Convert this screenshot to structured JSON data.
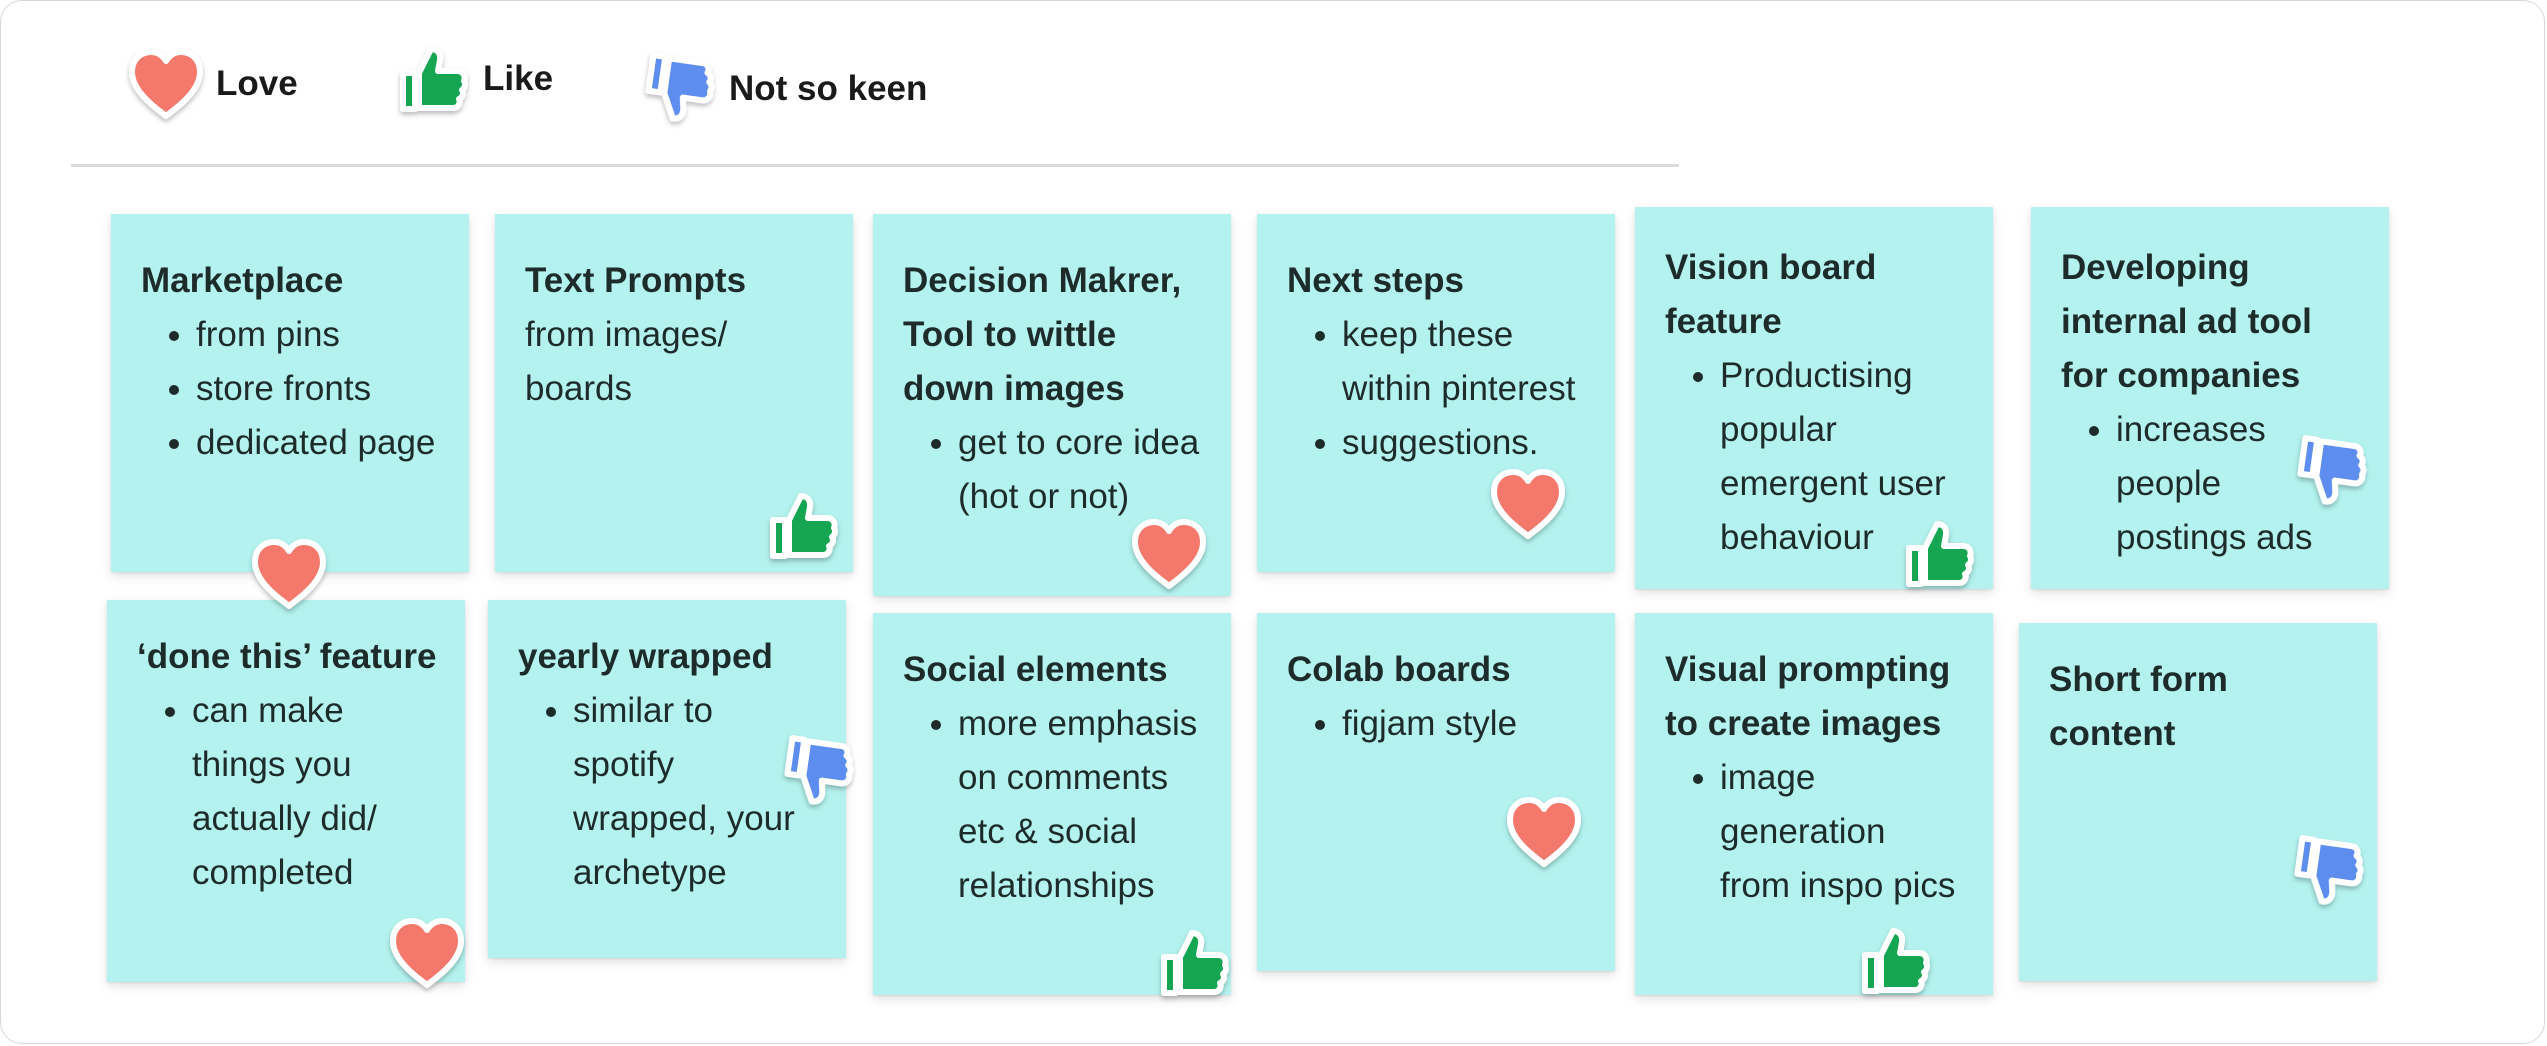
{
  "legend": {
    "love": "Love",
    "like": "Like",
    "not_so_keen": "Not so keen"
  },
  "colors": {
    "note_bg": "#b3f2ee",
    "love": "#f4796c",
    "like": "#14a651",
    "not_so_keen": "#5b8def"
  },
  "icons": {
    "love": "heart-icon",
    "like": "thumbs-up-icon",
    "not_so_keen": "thumbs-down-icon"
  },
  "notes": [
    {
      "title": "Marketplace",
      "items": [
        "from pins",
        "store fronts",
        "dedicated page"
      ],
      "reaction": "love"
    },
    {
      "title": "Text Prompts",
      "body": "from images/ boards",
      "reaction": "like"
    },
    {
      "title": "Decision Makrer, Tool to wittle down images",
      "items": [
        "get to core idea (hot or not)"
      ],
      "reaction": "love"
    },
    {
      "title": "Next steps",
      "items": [
        "keep these within pinterest",
        "suggestions."
      ],
      "reaction": "love"
    },
    {
      "title": "Vision board feature",
      "items": [
        "Productising popular emergent user behaviour"
      ],
      "reaction": "like"
    },
    {
      "title": "Developing internal ad tool for companies",
      "items": [
        "increases people postings ads"
      ],
      "reaction": "not_so_keen"
    },
    {
      "title": "‘done this’ feature",
      "items": [
        "can make things you actually did/ completed"
      ],
      "reaction": "love"
    },
    {
      "title": "yearly wrapped",
      "items": [
        "similar to spotify wrapped, your archetype"
      ],
      "reaction": "not_so_keen"
    },
    {
      "title": "Social elements",
      "items": [
        "more emphasis on comments etc & social relationships"
      ],
      "reaction": "like"
    },
    {
      "title": "Colab boards",
      "items": [
        "figjam style"
      ],
      "reaction": "love"
    },
    {
      "title": "Visual prompting to create images",
      "items": [
        "image generation from inspo pics"
      ],
      "reaction": "like"
    },
    {
      "title": "Short form content",
      "reaction": "not_so_keen"
    }
  ]
}
